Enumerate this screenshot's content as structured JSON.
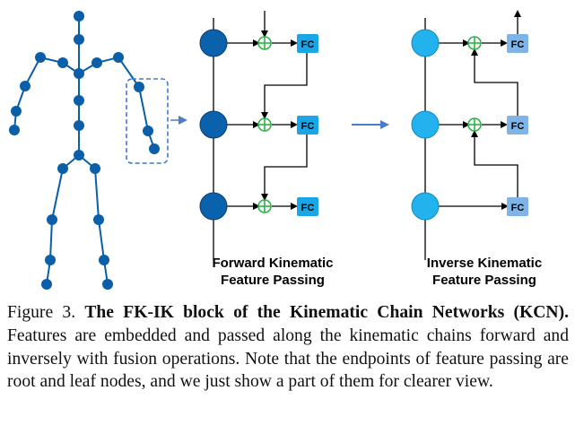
{
  "figure": {
    "forward_title_line1": "Forward Kinematic",
    "forward_title_line2": "Feature Passing",
    "inverse_title_line1": "Inverse Kinematic",
    "inverse_title_line2": "Feature Passing",
    "fc_label": "FC",
    "colors": {
      "skeleton_node": "#0a5fa8",
      "forward_node": "#0a62ad",
      "forward_fc": "#1aa6e6",
      "inverse_node": "#22b3ee",
      "inverse_fc": "#7fb4e8",
      "fusion": "#2db34a",
      "arrow_blue": "#4a7cc8",
      "highlight_box": "#3d7bd1"
    }
  },
  "caption": {
    "prefix": "Figure 3. ",
    "bold": "The FK-IK block of the Kinematic Chain Networks (KCN).",
    "rest": " Features are embedded and passed along the kinematic chains forward and inversely with fusion operations. Note that the endpoints of feature passing are root and leaf nodes, and we just show a part of them for clearer view."
  }
}
